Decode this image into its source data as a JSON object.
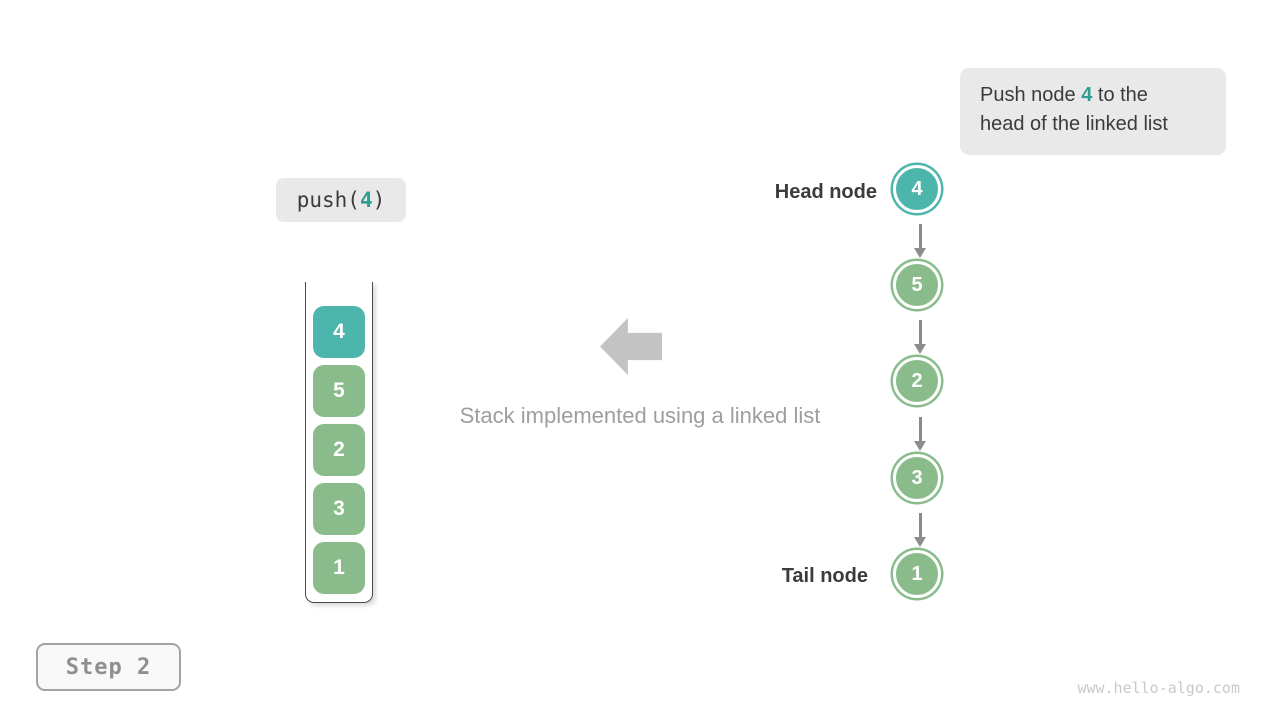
{
  "colors": {
    "teal": "#4db6ac",
    "teal_text": "#2e9e8e",
    "green": "#8abc8b",
    "callout_bg": "#e9e9e9",
    "text_dark": "#3b3b3b",
    "gray_arrow": "#8c8c8c",
    "block_arrow": "#c3c3c3",
    "caption_gray": "#9e9e9e",
    "step_text": "#8f8f8f",
    "watermark": "#c9c9c9"
  },
  "callout": {
    "line1_prefix": "Push node ",
    "highlight": "4",
    "line1_suffix": " to the",
    "line2": "head of the linked list"
  },
  "code_label": {
    "prefix": "push(",
    "arg": "4",
    "suffix": ")"
  },
  "stack": {
    "values": [
      "4",
      "5",
      "2",
      "3",
      "1"
    ],
    "highlight_index": 0
  },
  "caption": "Stack implemented using a linked list",
  "linked_list": {
    "head_label": "Head node",
    "tail_label": "Tail node",
    "nodes": [
      "4",
      "5",
      "2",
      "3",
      "1"
    ],
    "highlight_index": 0
  },
  "step_badge": "Step 2",
  "watermark": "www.hello-algo.com"
}
